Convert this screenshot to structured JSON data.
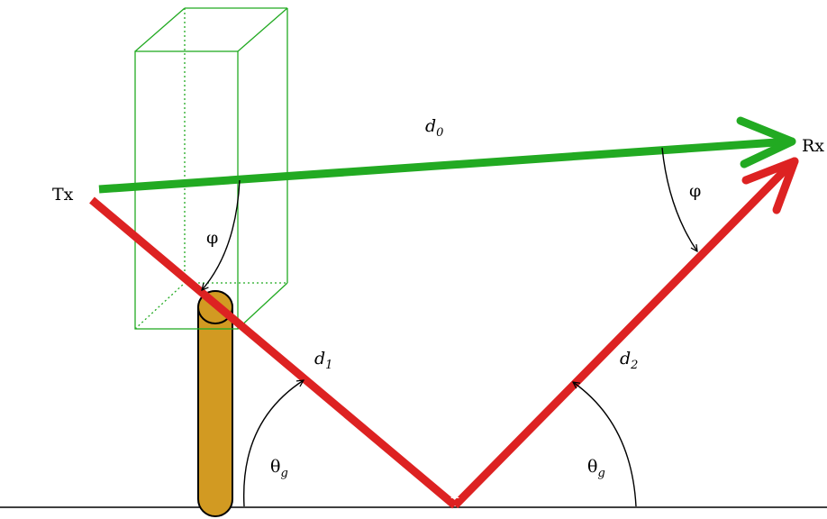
{
  "labels": {
    "tx": "Tx",
    "rx": "Rx",
    "d0": "d",
    "d0_sub": "0",
    "d1": "d",
    "d1_sub": "1",
    "d2": "d",
    "d2_sub": "2",
    "phi_left": "φ",
    "phi_right": "φ",
    "theta_left": "θ",
    "theta_left_sub": "g",
    "theta_right": "θ",
    "theta_right_sub": "g"
  },
  "colors": {
    "direct_ray": "#22aa22",
    "reflected_ray": "#dd2222",
    "building_outline": "#22aa22",
    "pole_fill": "#d29a22",
    "ground": "#000000",
    "annotation": "#000000"
  }
}
